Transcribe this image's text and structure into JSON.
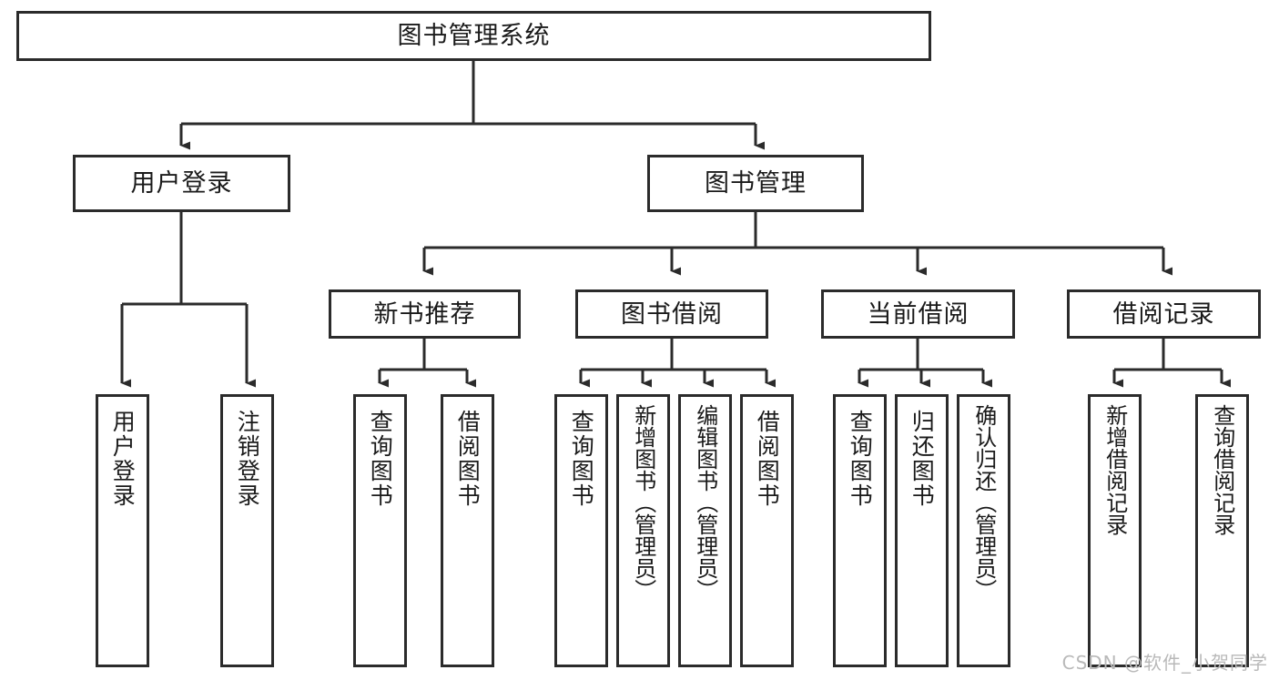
{
  "diagram": {
    "kind": "function-structure-tree",
    "title": "图书管理系统",
    "root": {
      "id": "root",
      "label": "图书管理系统"
    },
    "level2": [
      {
        "id": "user-login",
        "label": "用户登录"
      },
      {
        "id": "book-manage",
        "label": "图书管理"
      }
    ],
    "level3": [
      {
        "id": "new-book-recommend",
        "label": "新书推荐",
        "parent": "book-manage"
      },
      {
        "id": "book-borrow",
        "label": "图书借阅",
        "parent": "book-manage"
      },
      {
        "id": "current-borrow",
        "label": "当前借阅",
        "parent": "book-manage"
      },
      {
        "id": "borrow-record",
        "label": "借阅记录",
        "parent": "book-manage"
      }
    ],
    "leaves": [
      {
        "id": "leaf-user-login",
        "label": "用户登录",
        "parent": "user-login"
      },
      {
        "id": "leaf-logout-login",
        "label": "注销登录",
        "parent": "user-login"
      },
      {
        "id": "leaf-query-book-1",
        "label": "查询图书",
        "parent": "new-book-recommend"
      },
      {
        "id": "leaf-borrow-book-1",
        "label": "借阅图书",
        "parent": "new-book-recommend"
      },
      {
        "id": "leaf-query-book-2",
        "label": "查询图书",
        "parent": "book-borrow"
      },
      {
        "id": "leaf-add-book",
        "label": "新增图书（管理员）",
        "parent": "book-borrow"
      },
      {
        "id": "leaf-edit-book",
        "label": "编辑图书（管理员）",
        "parent": "book-borrow"
      },
      {
        "id": "leaf-borrow-book-2",
        "label": "借阅图书",
        "parent": "book-borrow"
      },
      {
        "id": "leaf-query-book-3",
        "label": "查询图书",
        "parent": "current-borrow"
      },
      {
        "id": "leaf-return-book",
        "label": "归还图书",
        "parent": "current-borrow"
      },
      {
        "id": "leaf-confirm-return",
        "label": "确认归还（管理员）",
        "parent": "current-borrow"
      },
      {
        "id": "leaf-add-record",
        "label": "新增借阅记录",
        "parent": "borrow-record"
      },
      {
        "id": "leaf-query-record",
        "label": "查询借阅记录",
        "parent": "borrow-record"
      }
    ],
    "watermark": "CSDN @软件_小贺同学",
    "colors": {
      "border": "#2b2b2b",
      "connector": "#2b2b2b",
      "background": "#ffffff",
      "text": "#1a1a1a",
      "watermark": "#b9b9b9"
    }
  }
}
